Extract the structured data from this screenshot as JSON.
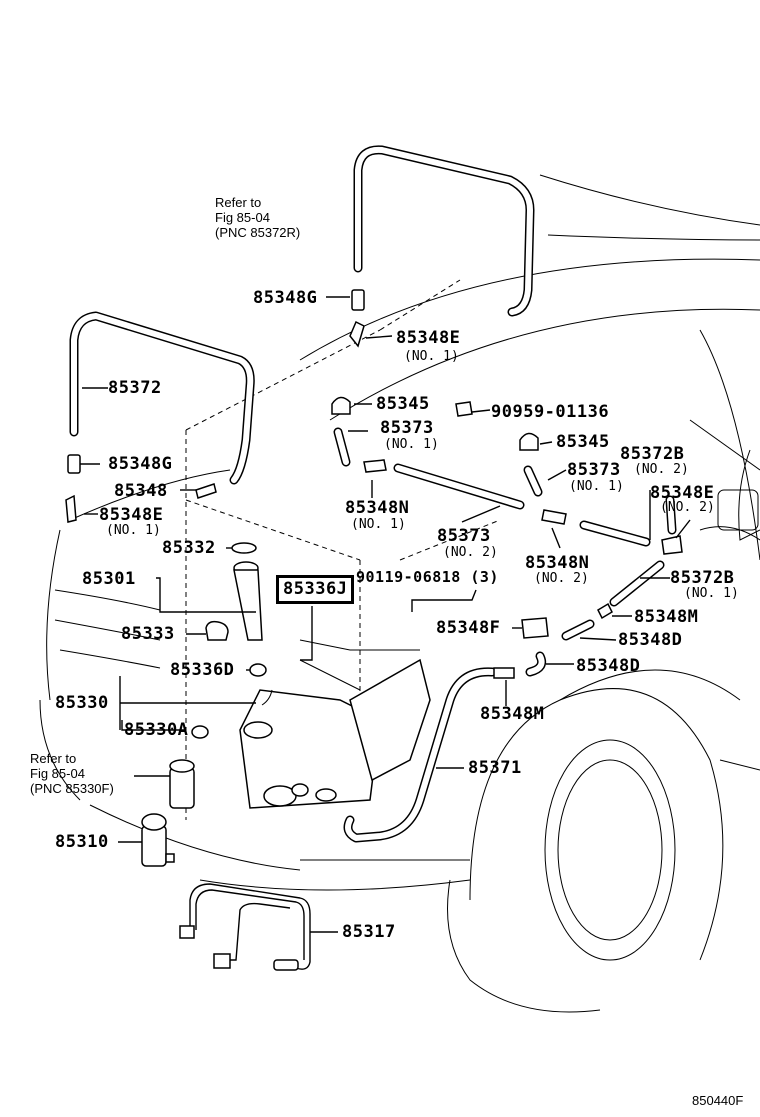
{
  "diagram": {
    "labels": {
      "p85348G": "85348G",
      "p85348E_top": "85348E",
      "p85348E_top_sub": "(NO. 1)",
      "p85372": "85372",
      "p85345_a": "85345",
      "p90959": "90959-01136",
      "p85373_a": "85373",
      "p85373_a_sub": "(NO. 1)",
      "p85345_b": "85345",
      "p85372B_top": "85372B",
      "p85372B_top_sub": "(NO. 2)",
      "p85373_b": "85373",
      "p85373_b_sub": "(NO. 1)",
      "p85348G_left": "85348G",
      "p85348": "85348",
      "p85348E_left": "85348E",
      "p85348E_left_sub": "(NO. 1)",
      "p85348N_a": "85348N",
      "p85348N_a_sub": "(NO. 1)",
      "p85348E_right": "85348E",
      "p85348E_right_sub": "(NO. 2)",
      "p85373_c": "85373",
      "p85373_c_sub": "(NO. 2)",
      "p85332": "85332",
      "p85348N_b": "85348N",
      "p85348N_b_sub": "(NO. 2)",
      "p85301": "85301",
      "p85336J": "85336J",
      "p90119": "90119-06818 (3)",
      "p85372B_right": "85372B",
      "p85372B_right_sub": "(NO. 1)",
      "p85348M_right": "85348M",
      "p85333": "85333",
      "p85348F": "85348F",
      "p85348D_a": "85348D",
      "p85336D": "85336D",
      "p85348D_b": "85348D",
      "p85330": "85330",
      "p85348M_low": "85348M",
      "p85330A": "85330A",
      "p85371": "85371",
      "p85310": "85310",
      "p85317": "85317"
    },
    "refs": {
      "top_line1": "Refer to",
      "top_line2": "Fig 85-04",
      "top_line3": "(PNC 85372R)",
      "left_line1": "Refer to",
      "left_line2": "Fig 85-04",
      "left_line3": "(PNC 85330F)"
    },
    "figure_code": "850440F"
  }
}
